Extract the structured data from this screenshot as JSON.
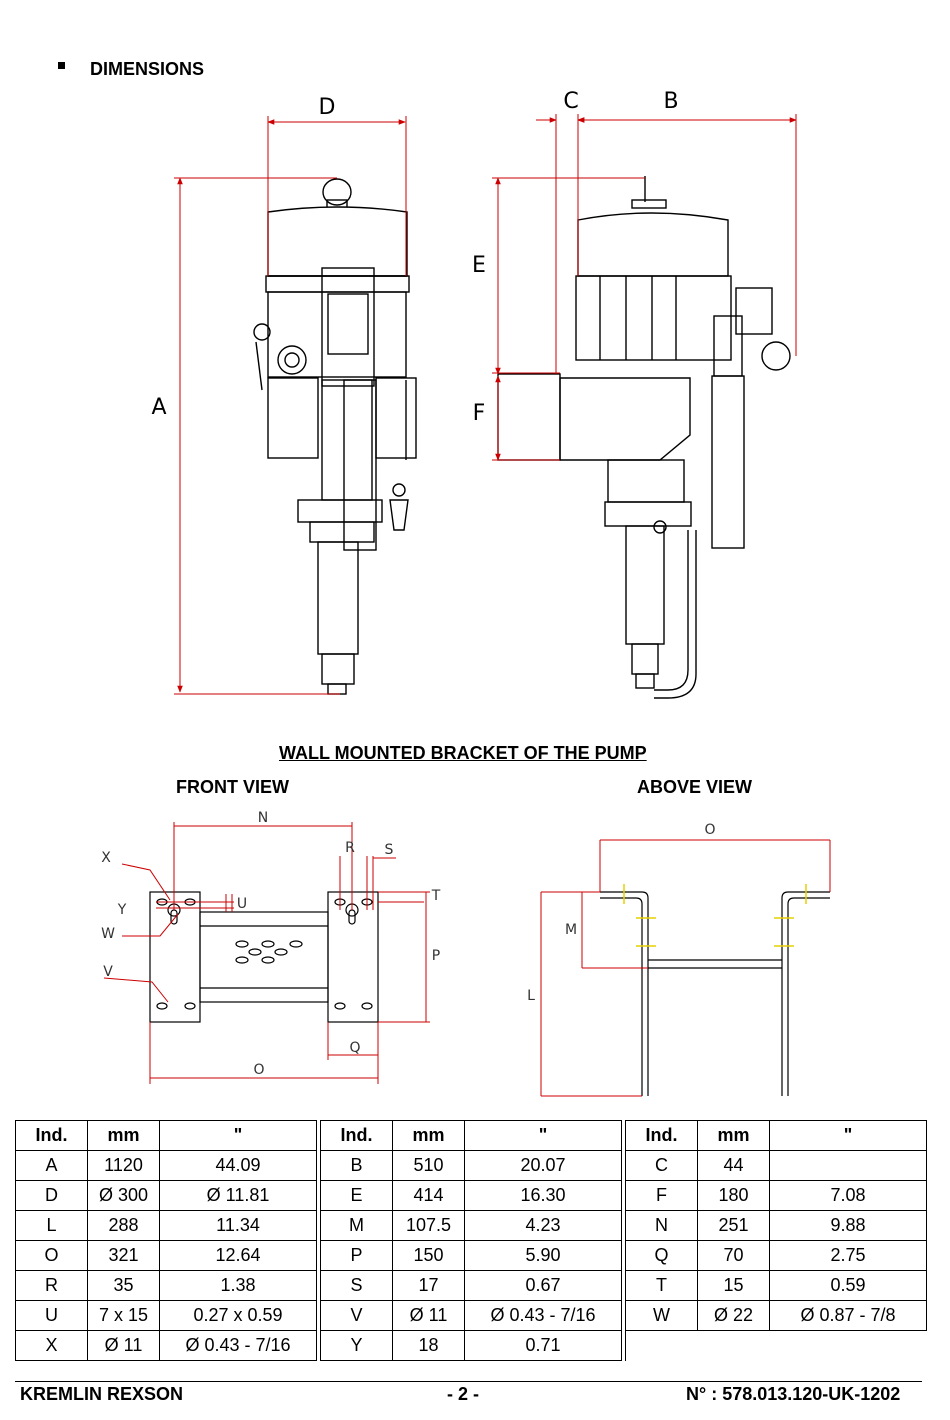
{
  "section": {
    "title": "DIMENSIONS"
  },
  "drawings": {
    "side_labels": {
      "D": "D",
      "A": "A",
      "C": "C",
      "B": "B",
      "E": "E",
      "F": "F"
    },
    "dim_color": "#cc0000"
  },
  "bracket": {
    "title": "WALL MOUNTED BRACKET OF THE PUMP",
    "front_view": "FRONT VIEW",
    "above_view": "ABOVE VIEW",
    "front_labels": {
      "N": "N",
      "X": "X",
      "Y": "Y",
      "U": "U",
      "W": "W",
      "V": "V",
      "R": "R",
      "S": "S",
      "T": "T",
      "P": "P",
      "Q": "Q",
      "O": "O"
    },
    "above_labels": {
      "O": "O",
      "M": "M",
      "L": "L"
    }
  },
  "table": {
    "headers": [
      "Ind.",
      "mm",
      "\""
    ],
    "rows": [
      [
        [
          "A",
          "1120",
          "44.09"
        ],
        [
          "B",
          "510",
          "20.07"
        ],
        [
          "C",
          "44",
          ""
        ]
      ],
      [
        [
          "D",
          "Ø 300",
          "Ø 11.81"
        ],
        [
          "E",
          "414",
          "16.30"
        ],
        [
          "F",
          "180",
          "7.08"
        ]
      ],
      [
        [
          "L",
          "288",
          "11.34"
        ],
        [
          "M",
          "107.5",
          "4.23"
        ],
        [
          "N",
          "251",
          "9.88"
        ]
      ],
      [
        [
          "O",
          "321",
          "12.64"
        ],
        [
          "P",
          "150",
          "5.90"
        ],
        [
          "Q",
          "70",
          "2.75"
        ]
      ],
      [
        [
          "R",
          "35",
          "1.38"
        ],
        [
          "S",
          "17",
          "0.67"
        ],
        [
          "T",
          "15",
          "0.59"
        ]
      ],
      [
        [
          "U",
          "7 x 15",
          "0.27 x 0.59"
        ],
        [
          "V",
          "Ø 11",
          "Ø 0.43 - 7/16"
        ],
        [
          "W",
          "Ø 22",
          "Ø 0.87 - 7/8"
        ]
      ],
      [
        [
          "X",
          "Ø 11",
          "Ø 0.43 - 7/16"
        ],
        [
          "Y",
          "18",
          "0.71"
        ],
        null
      ]
    ]
  },
  "footer": {
    "company": "KREMLIN REXSON",
    "page": "- 2 -",
    "doc_number": "N° :  578.013.120-UK-1202"
  }
}
